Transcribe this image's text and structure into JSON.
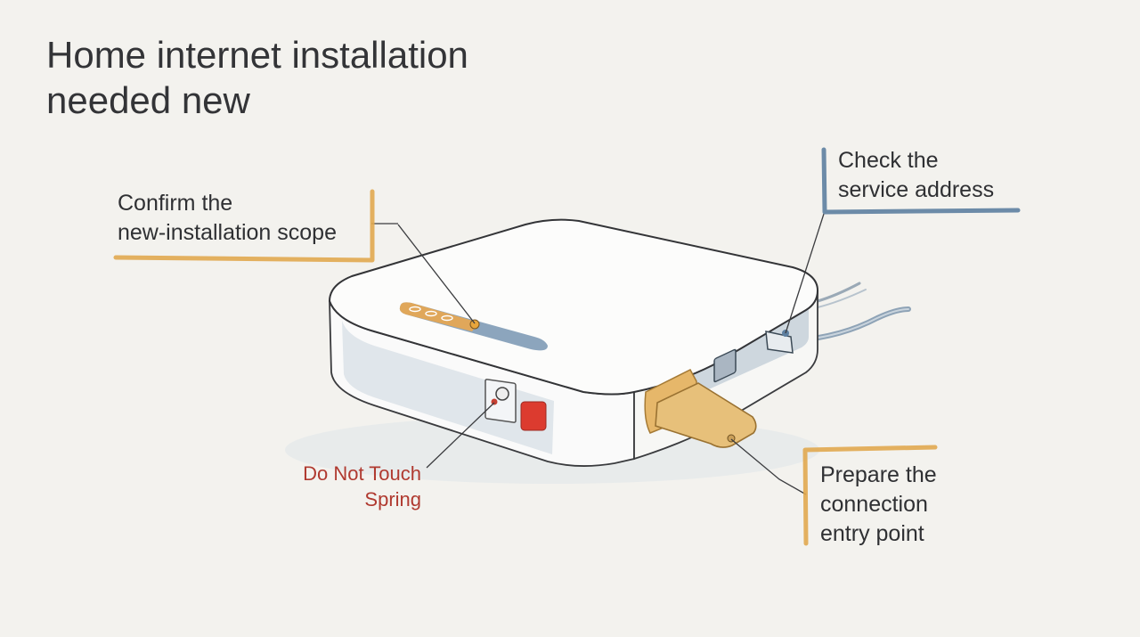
{
  "title": {
    "line1": "Home internet installation",
    "line2": "needed new"
  },
  "callouts": {
    "scope": {
      "line1": "Confirm the",
      "line2": "new-installation scope",
      "accent": "#e1a84f"
    },
    "address": {
      "line1": "Check the",
      "line2": "service address",
      "accent": "#5d7fa0"
    },
    "entry": {
      "line1": "Prepare the",
      "line2": "connection",
      "line3": "entry point",
      "accent": "#e1a84f"
    },
    "warning": {
      "line1": "Do Not Touch",
      "line2": "Spring",
      "color": "#b03a30"
    }
  },
  "colors": {
    "background": "#f3f2ee",
    "device_body": "#fbfbf9",
    "device_side": "#e1e6ea",
    "reset_button": "#dc3b2f",
    "card": "#e7c07a"
  },
  "icons": [
    "router-device",
    "reset-button",
    "ethernet-port",
    "power-cable",
    "connection-card"
  ]
}
